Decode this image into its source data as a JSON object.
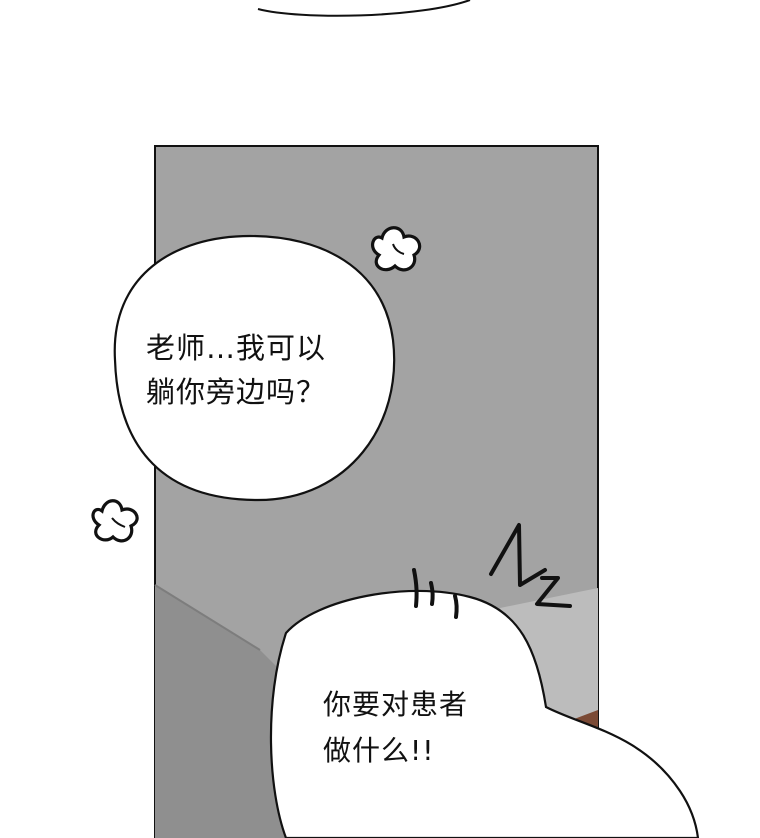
{
  "panel": {
    "background": "#a3a3a3",
    "lower_tone": "#8f8f8f"
  },
  "bubbles": [
    {
      "lines": [
        "老师…我可以",
        "躺你旁边吗？"
      ]
    },
    {
      "lines": [
        "你要对患者",
        "做什么!!"
      ]
    }
  ],
  "effects": {
    "flower_icon": "flower-burst-icon",
    "sparkle_icon": "flower-burst-icon",
    "tremble_icon": "tremble-lines-icon",
    "shock_icon": "shock-scribble-icon"
  }
}
